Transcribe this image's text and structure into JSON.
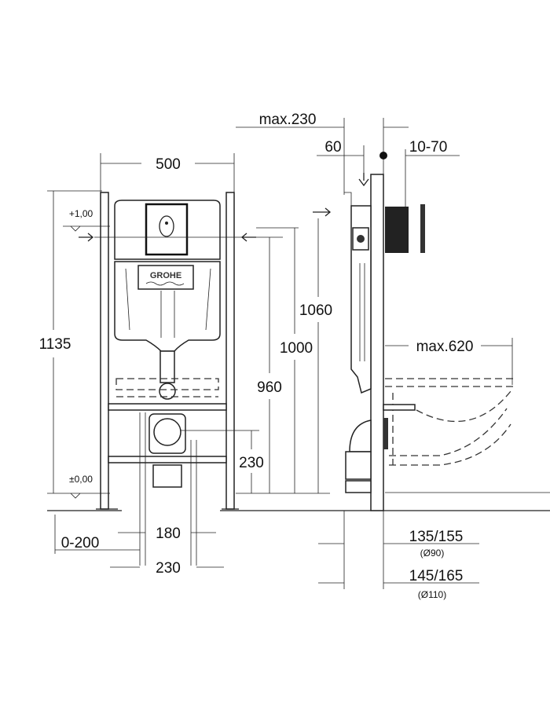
{
  "front_view": {
    "width": "500",
    "height": "1135",
    "level_top": "+1,00",
    "level_floor": "±0,00",
    "drain_height": "230",
    "drain_spacing": "180",
    "drain_width": "230",
    "offset": "0-200",
    "logo": "GROHE"
  },
  "side_view": {
    "depth_max": "max.230",
    "inlet_offset": "60",
    "plate_offset": "10-70",
    "height_1060": "1060",
    "height_1000": "1000",
    "height_960": "960",
    "bowl_max": "max.620",
    "pipe_90": "135/155",
    "pipe_90_diameter": "(Ø90)",
    "pipe_110": "145/165",
    "pipe_110_diameter": "(Ø110)"
  }
}
